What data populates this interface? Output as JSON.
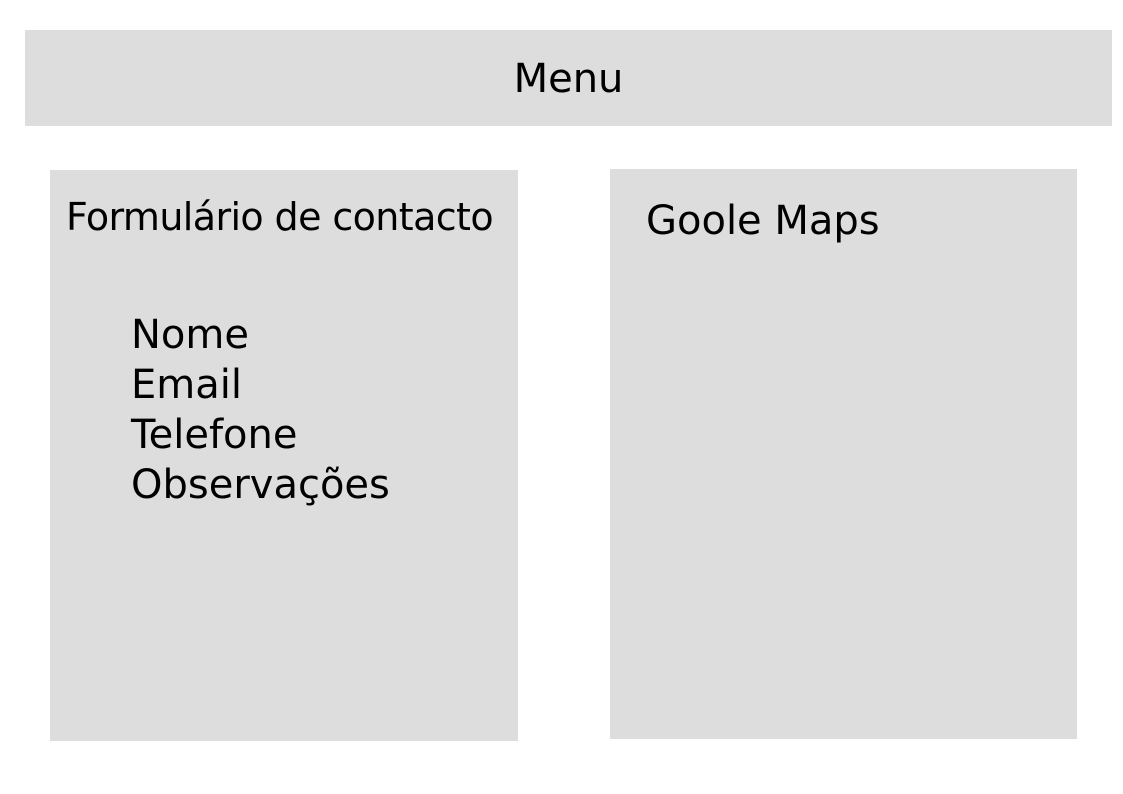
{
  "menu": {
    "label": "Menu"
  },
  "contact_form": {
    "title": "Formulário de contacto",
    "fields": [
      "Nome",
      "Email",
      "Telefone",
      "Observações"
    ]
  },
  "maps_panel": {
    "title": "Goole Maps"
  },
  "colors": {
    "box_fill": "#dddddd",
    "background": "#ffffff",
    "text": "#000000"
  }
}
